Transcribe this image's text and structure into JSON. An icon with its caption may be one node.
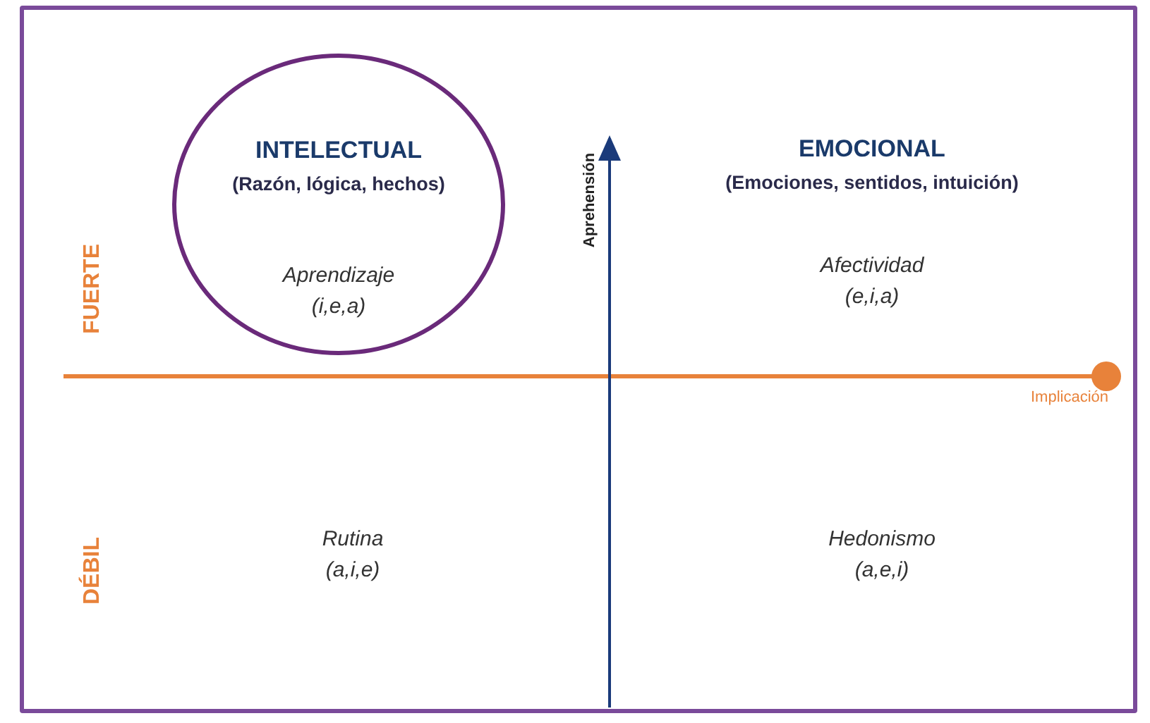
{
  "diagram": {
    "nodes": [
      {
        "text": [
          "INTELECTUAL",
          "(Razón, lógica, hechos)",
          "Aprendizaje",
          "(i,e,a)"
        ]
      }
    ],
    "labels": [
      "Aprehensión",
      "EMOCIONAL",
      "(Emociones, sentidos, intuición)",
      "FUERTE",
      "Afectividad",
      "(e,i,a)",
      "Implicación",
      "DÉBIL",
      "Rutina",
      "(a,i,e)",
      "Hedonismo",
      "(a,e,i)"
    ]
  }
}
